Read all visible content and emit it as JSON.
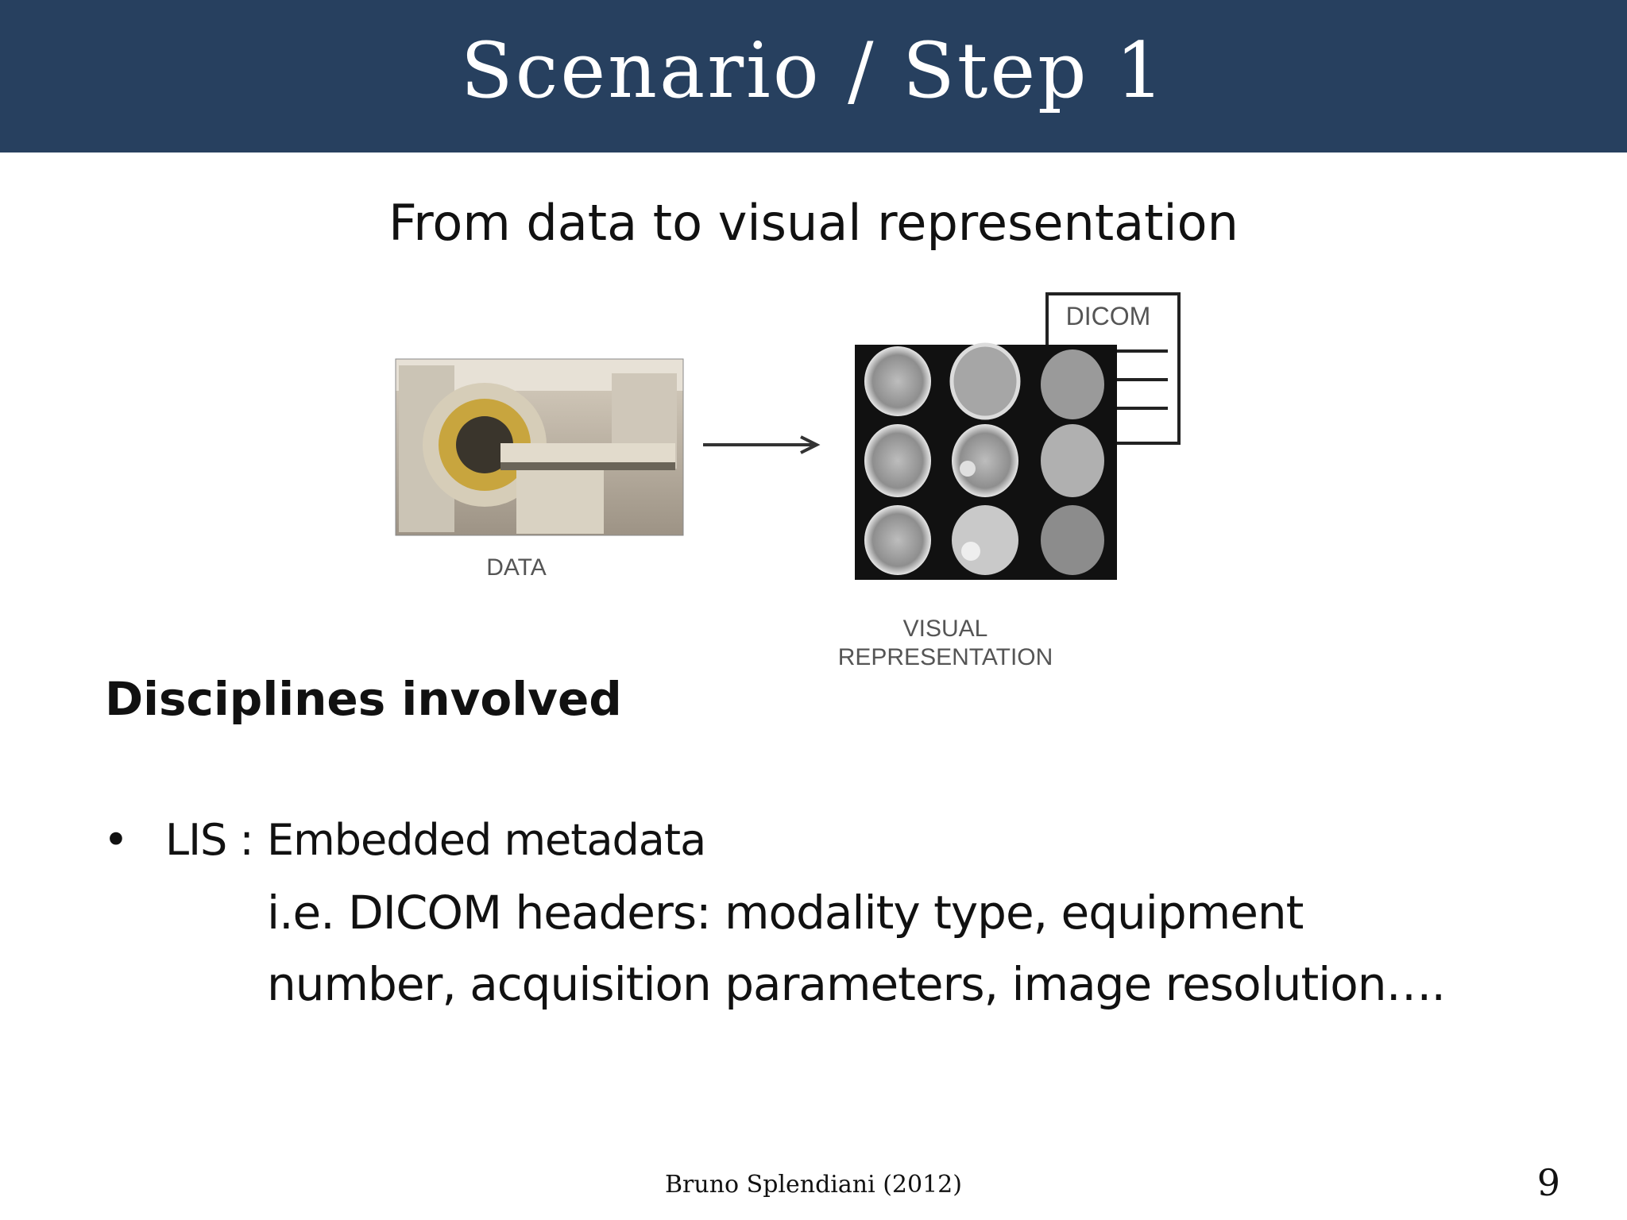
{
  "slide": {
    "title": "Scenario / Step 1",
    "subtitle": "From data to visual representation",
    "title_bar_color": "#27405f"
  },
  "figure": {
    "data_label": "DATA",
    "visual_label_line1": "VISUAL",
    "visual_label_line2": "REPRESENTATION",
    "dicom_label": "DICOM",
    "data_image": "ct-scanner-photo",
    "visual_image": "brain-mri-scan-grid",
    "arrow_icon": "arrow-right-icon",
    "document_icon": "document-icon"
  },
  "content": {
    "section_heading": "Disciplines involved",
    "bullet_symbol": "•",
    "bullet_term": "LIS :",
    "bullet_description": "Embedded metadata",
    "bullet_detail_line1": "i.e. DICOM headers: modality type, equipment",
    "bullet_detail_line2": "number, acquisition parameters, image resolution…."
  },
  "footer": {
    "author": "Bruno Splendiani (2012)",
    "page_number": "9"
  }
}
